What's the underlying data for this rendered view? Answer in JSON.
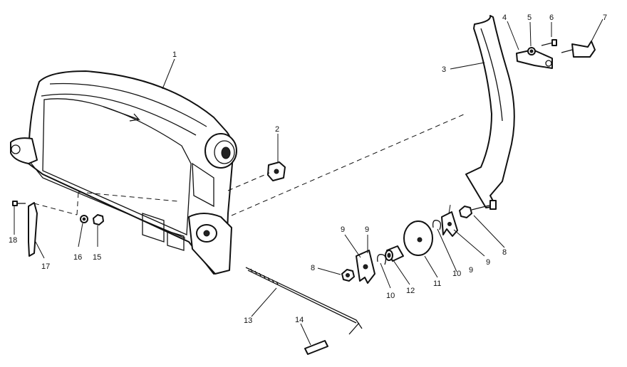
{
  "callouts": {
    "c1": "1",
    "c2": "2",
    "c3": "3",
    "c4": "4",
    "c5": "5",
    "c6": "6",
    "c7": "7",
    "c8a": "8",
    "c8b": "8",
    "c9a": "9",
    "c9b": "9",
    "c9c": "9",
    "c9d": "9",
    "c10a": "10",
    "c10b": "10",
    "c11": "11",
    "c12": "12",
    "c13": "13",
    "c14": "14",
    "c15": "15",
    "c16": "16",
    "c17": "17",
    "c18": "18"
  }
}
